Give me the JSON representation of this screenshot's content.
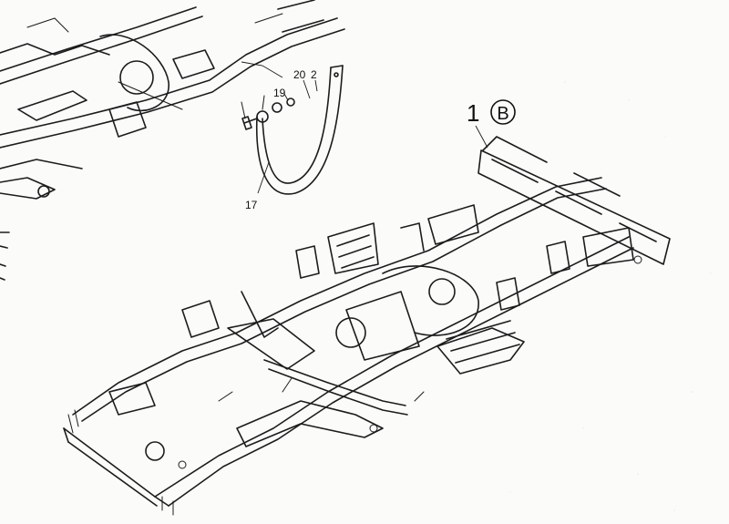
{
  "diagram": {
    "callouts": {
      "item_1": "1",
      "item_1_variant": "B",
      "item_2": "2",
      "item_17": "17",
      "item_19": "19",
      "item_20": "20"
    },
    "colors": {
      "ink": "#1c1c1c",
      "paper": "#fbfbf9"
    }
  }
}
